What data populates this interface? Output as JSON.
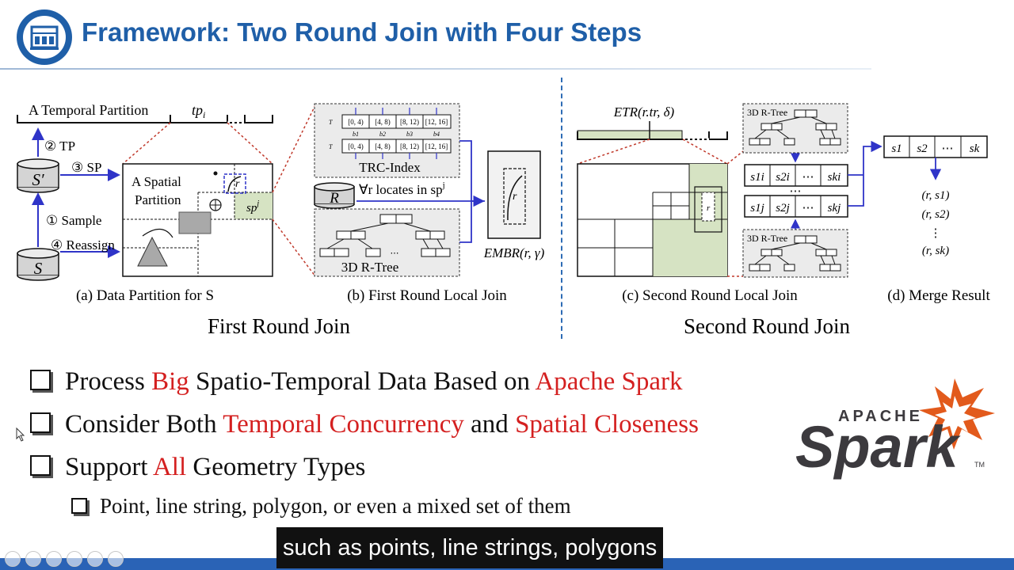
{
  "header": {
    "title": "Framework: Two Round Join with Four Steps"
  },
  "figure": {
    "panel_a": {
      "temporal_partition": "A Temporal Partition",
      "tp_label": "tp",
      "tp_sub": "i",
      "step_tp": "② TP",
      "step_sp": "③ SP",
      "step_sample": "① Sample",
      "step_reassign": "④ Reassign",
      "s_prime": "S′",
      "s": "S",
      "spatial_partition_line1": "A Spatial",
      "spatial_partition_line2": "Partition",
      "r_label": "r",
      "sp_label": "sp",
      "sp_sup": "j",
      "caption": "(a) Data Partition for S"
    },
    "panel_b": {
      "trc_row1": [
        "[0, 4)",
        "[4, 8)",
        "[8, 12)",
        "[12, 16]"
      ],
      "trc_row2": [
        "[0, 4)",
        "[4, 8)",
        "[8, 12)",
        "[12, 16]"
      ],
      "trc_b_labels": [
        "b1",
        "b2",
        "b3",
        "b4"
      ],
      "trc_title": "TRC-Index",
      "r_db": "R",
      "forall_text": "∀r locates in sp",
      "forall_sup": "j",
      "rtree_label": "3D R-Tree",
      "embr_label": "EMBR(r, γ)",
      "embr_r": "r",
      "caption": "(b) First Round Local Join"
    },
    "panel_c": {
      "etr_label": "ETR(r.tr, δ)",
      "rtree_top": "3D R-Tree",
      "rtree_bottom": "3D R-Tree",
      "row_i": [
        "s1i",
        "s2i",
        "⋯",
        "ski"
      ],
      "row_j": [
        "s1j",
        "s2j",
        "⋯",
        "skj"
      ],
      "dots": "⋯",
      "r_label": "r",
      "caption": "(c) Second Round Local Join"
    },
    "panel_d": {
      "row": [
        "s1",
        "s2",
        "⋯",
        "sk"
      ],
      "pairs": [
        "(r, s1)",
        "(r, s2)",
        "⋮",
        "(r, sk)"
      ],
      "caption": "(d) Merge Result"
    },
    "first_round": "First Round Join",
    "second_round": "Second Round Join"
  },
  "bullets": [
    {
      "parts": [
        "Process ",
        "Big",
        " Spatio-Temporal Data Based on ",
        "Apache Spark"
      ]
    },
    {
      "parts": [
        "Consider Both ",
        "Temporal Concurrency",
        " and ",
        "Spatial Closeness"
      ]
    },
    {
      "parts": [
        "Support ",
        "All",
        " Geometry Types"
      ]
    }
  ],
  "sub_bullet": "Point, line string, polygon, or even a mixed set of them",
  "logo": {
    "apache": "APACHE",
    "spark": "Spark",
    "tm": "TM"
  },
  "subtitle": "such as points, line strings, polygons",
  "colors": {
    "title_blue": "#1f5fa8",
    "accent_red": "#d42020",
    "spark_orange": "#e25a1c",
    "spark_dark": "#3c3a3e",
    "partition_green": "#d6e3c3",
    "diagram_blue": "#2f34c8",
    "diagram_red": "#c0392b"
  }
}
